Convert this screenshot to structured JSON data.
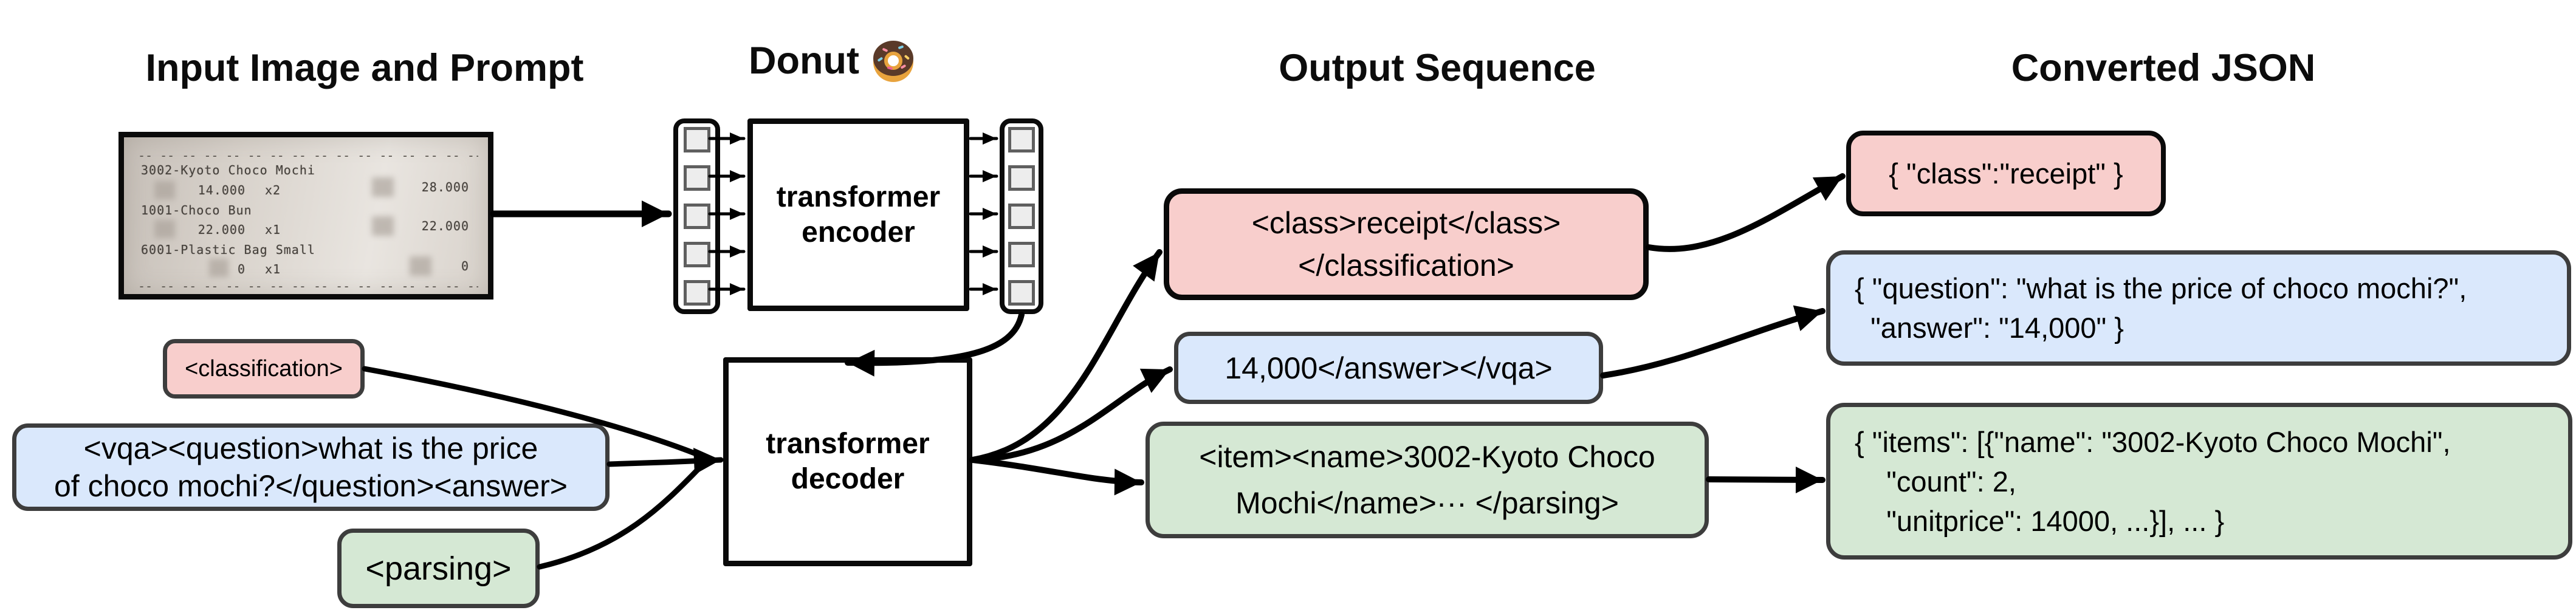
{
  "headings": {
    "input": "Input Image and Prompt",
    "model": "Donut",
    "model_icon": "donut-emoji",
    "output": "Output Sequence",
    "json": "Converted JSON"
  },
  "colors": {
    "pink": "#F8CECC",
    "blue": "#DAE8FC",
    "green": "#D5E8D4",
    "stroke": "#3d3d3d"
  },
  "encoder": {
    "line1": "transformer",
    "line2": "encoder"
  },
  "decoder": {
    "line1": "transformer",
    "line2": "decoder"
  },
  "receipt": {
    "divider": "-- -- -- -- -- -- -- -- -- -- -- -- -- -- -- -- -- -- -- -- --",
    "rows": [
      {
        "name": "3002-Kyoto Choco Mochi"
      },
      {
        "price": "14.000",
        "qty": "x2",
        "total": "28.000"
      },
      {
        "name": "1001-Choco Bun"
      },
      {
        "price": "22.000",
        "qty": "x1",
        "total": "22.000"
      },
      {
        "name": "6001-Plastic Bag Small"
      },
      {
        "price": "0",
        "qty": "x1",
        "total": "0"
      }
    ]
  },
  "prompts": [
    {
      "label": "<classification>",
      "color": "pink"
    },
    {
      "line1": "<vqa><question>what is the price",
      "line2": "of choco mochi?</question><answer>",
      "color": "blue"
    },
    {
      "label": "<parsing>",
      "color": "green"
    }
  ],
  "outputs": [
    {
      "line1": "<class>receipt</class>",
      "line2": "</classification>",
      "color": "pink"
    },
    {
      "line1": "14,000</answer></vqa>",
      "color": "blue"
    },
    {
      "line1": "<item><name>3002-Kyoto Choco",
      "line2": "Mochi</name>··· </parsing>",
      "color": "green"
    }
  ],
  "json_outputs": [
    {
      "line1": "{ \"class\":\"receipt\" }",
      "color": "pink"
    },
    {
      "line1": "{ \"question\": \"what is the price of choco mochi?\",",
      "line2": "  \"answer\": \"14,000\" }",
      "color": "blue"
    },
    {
      "line1": "{ \"items\": [{\"name\": \"3002-Kyoto Choco Mochi\",",
      "line2": "    \"count\": 2,",
      "line3": "    \"unitprice\": 14000, ...}], ... }",
      "color": "green"
    }
  ]
}
